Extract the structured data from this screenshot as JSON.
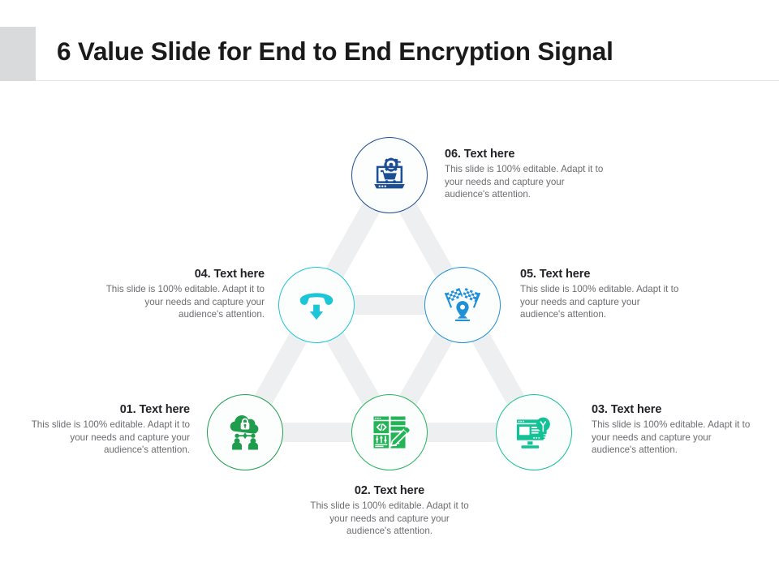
{
  "header": {
    "title": "6 Value Slide for End to End Encryption Signal",
    "accent_color": "#d9dadc",
    "rule_color": "#e4e4e6"
  },
  "diagram": {
    "connector_color": "#eeeff0",
    "shape": "triangle-network",
    "nodes": [
      {
        "id": "01",
        "title": "01. Text here",
        "body": "This slide is 100% editable. Adapt it to your needs and capture your audience's attention.",
        "icon": "cloud-lock-users-icon",
        "color": "#1f9d4d",
        "align": "right"
      },
      {
        "id": "02",
        "title": "02. Text here",
        "body": "This slide is 100% editable. Adapt it to your needs and capture your audience's attention.",
        "icon": "code-web-design-icon",
        "color": "#22b457",
        "align": "center"
      },
      {
        "id": "03",
        "title": "03. Text here",
        "body": "This slide is 100% editable. Adapt it to your needs and capture your audience's attention.",
        "icon": "monitor-lightbulb-icon",
        "color": "#12c295",
        "align": "left"
      },
      {
        "id": "04",
        "title": "04. Text here",
        "body": "This slide is 100% editable. Adapt it to your needs and capture your audience's attention.",
        "icon": "phone-download-icon",
        "color": "#1cc6d6",
        "align": "right"
      },
      {
        "id": "05",
        "title": "05. Text here",
        "body": "This slide is 100% editable. Adapt it to your needs and capture your audience's attention.",
        "icon": "checkered-flags-pin-icon",
        "color": "#1f90d8",
        "align": "left"
      },
      {
        "id": "06",
        "title": "06. Text here",
        "body": "This slide is 100% editable. Adapt it to your needs and capture your audience's attention.",
        "icon": "laptop-cart-gear-icon",
        "color": "#1c4e94",
        "align": "left"
      }
    ]
  }
}
